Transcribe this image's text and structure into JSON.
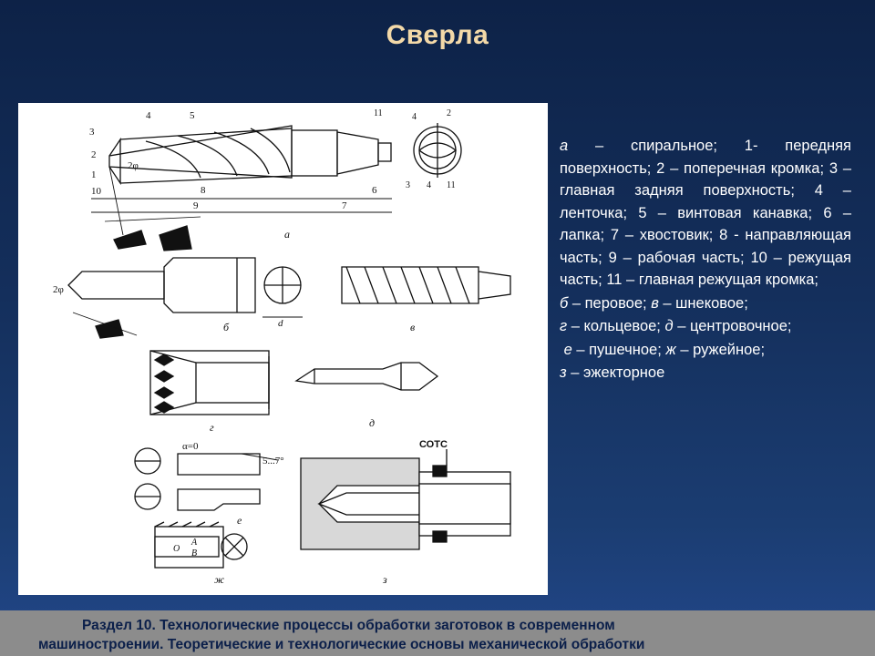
{
  "title": "Сверла",
  "figure": {
    "labels": {
      "a": "а",
      "b": "б",
      "v": "в",
      "g": "г",
      "d": "д",
      "e": "е",
      "zh": "ж",
      "z": "з",
      "sots": "СОТС",
      "n1": "1",
      "n2": "2",
      "n3": "3",
      "n4": "4",
      "n5": "5",
      "n6": "6",
      "n7": "7",
      "n8": "8",
      "n9": "9",
      "n10": "10",
      "n11": "11",
      "phi2": "2φ",
      "alpha0": "α=0",
      "angle": "5...7°",
      "dim_d": "d",
      "A": "A",
      "B": "B",
      "O": "O"
    }
  },
  "description": {
    "p1_letter": "а",
    "p1_text": " – спиральное; 1- передняя поверхность; 2 – поперечная кромка; 3 – главная задняя поверхность; 4 – ленточка; 5 – винтовая канавка; 6 – лапка; 7 – хвостовик; 8 - направляющая часть; 9 – рабочая часть; 10 – режущая часть; 11 – главная режущая кромка;",
    "p2_letter1": "б",
    "p2_text1": " – перовое; ",
    "p2_letter2": "в",
    "p2_text2": " – шнековое;",
    "p3_letter1": "г",
    "p3_text1": " – кольцевое; ",
    "p3_letter2": "д",
    "p3_text2": " – центровочное;",
    "p4_letter1": "е",
    "p4_text1": " – пушечное; ",
    "p4_letter2": "ж",
    "p4_text2": " – ружейное;",
    "p5_letter": "з",
    "p5_text": " – эжекторное"
  },
  "footer": {
    "line1": "Раздел 10. Технологические процессы обработки заготовок в современном",
    "line2": "машиностроении. Теоретические и технологические основы механической обработки"
  },
  "colors": {
    "title": "#f3d9a8",
    "text": "#ffffff",
    "footer_bg": "#8c8c8c",
    "footer_text": "#0b1f4a"
  }
}
